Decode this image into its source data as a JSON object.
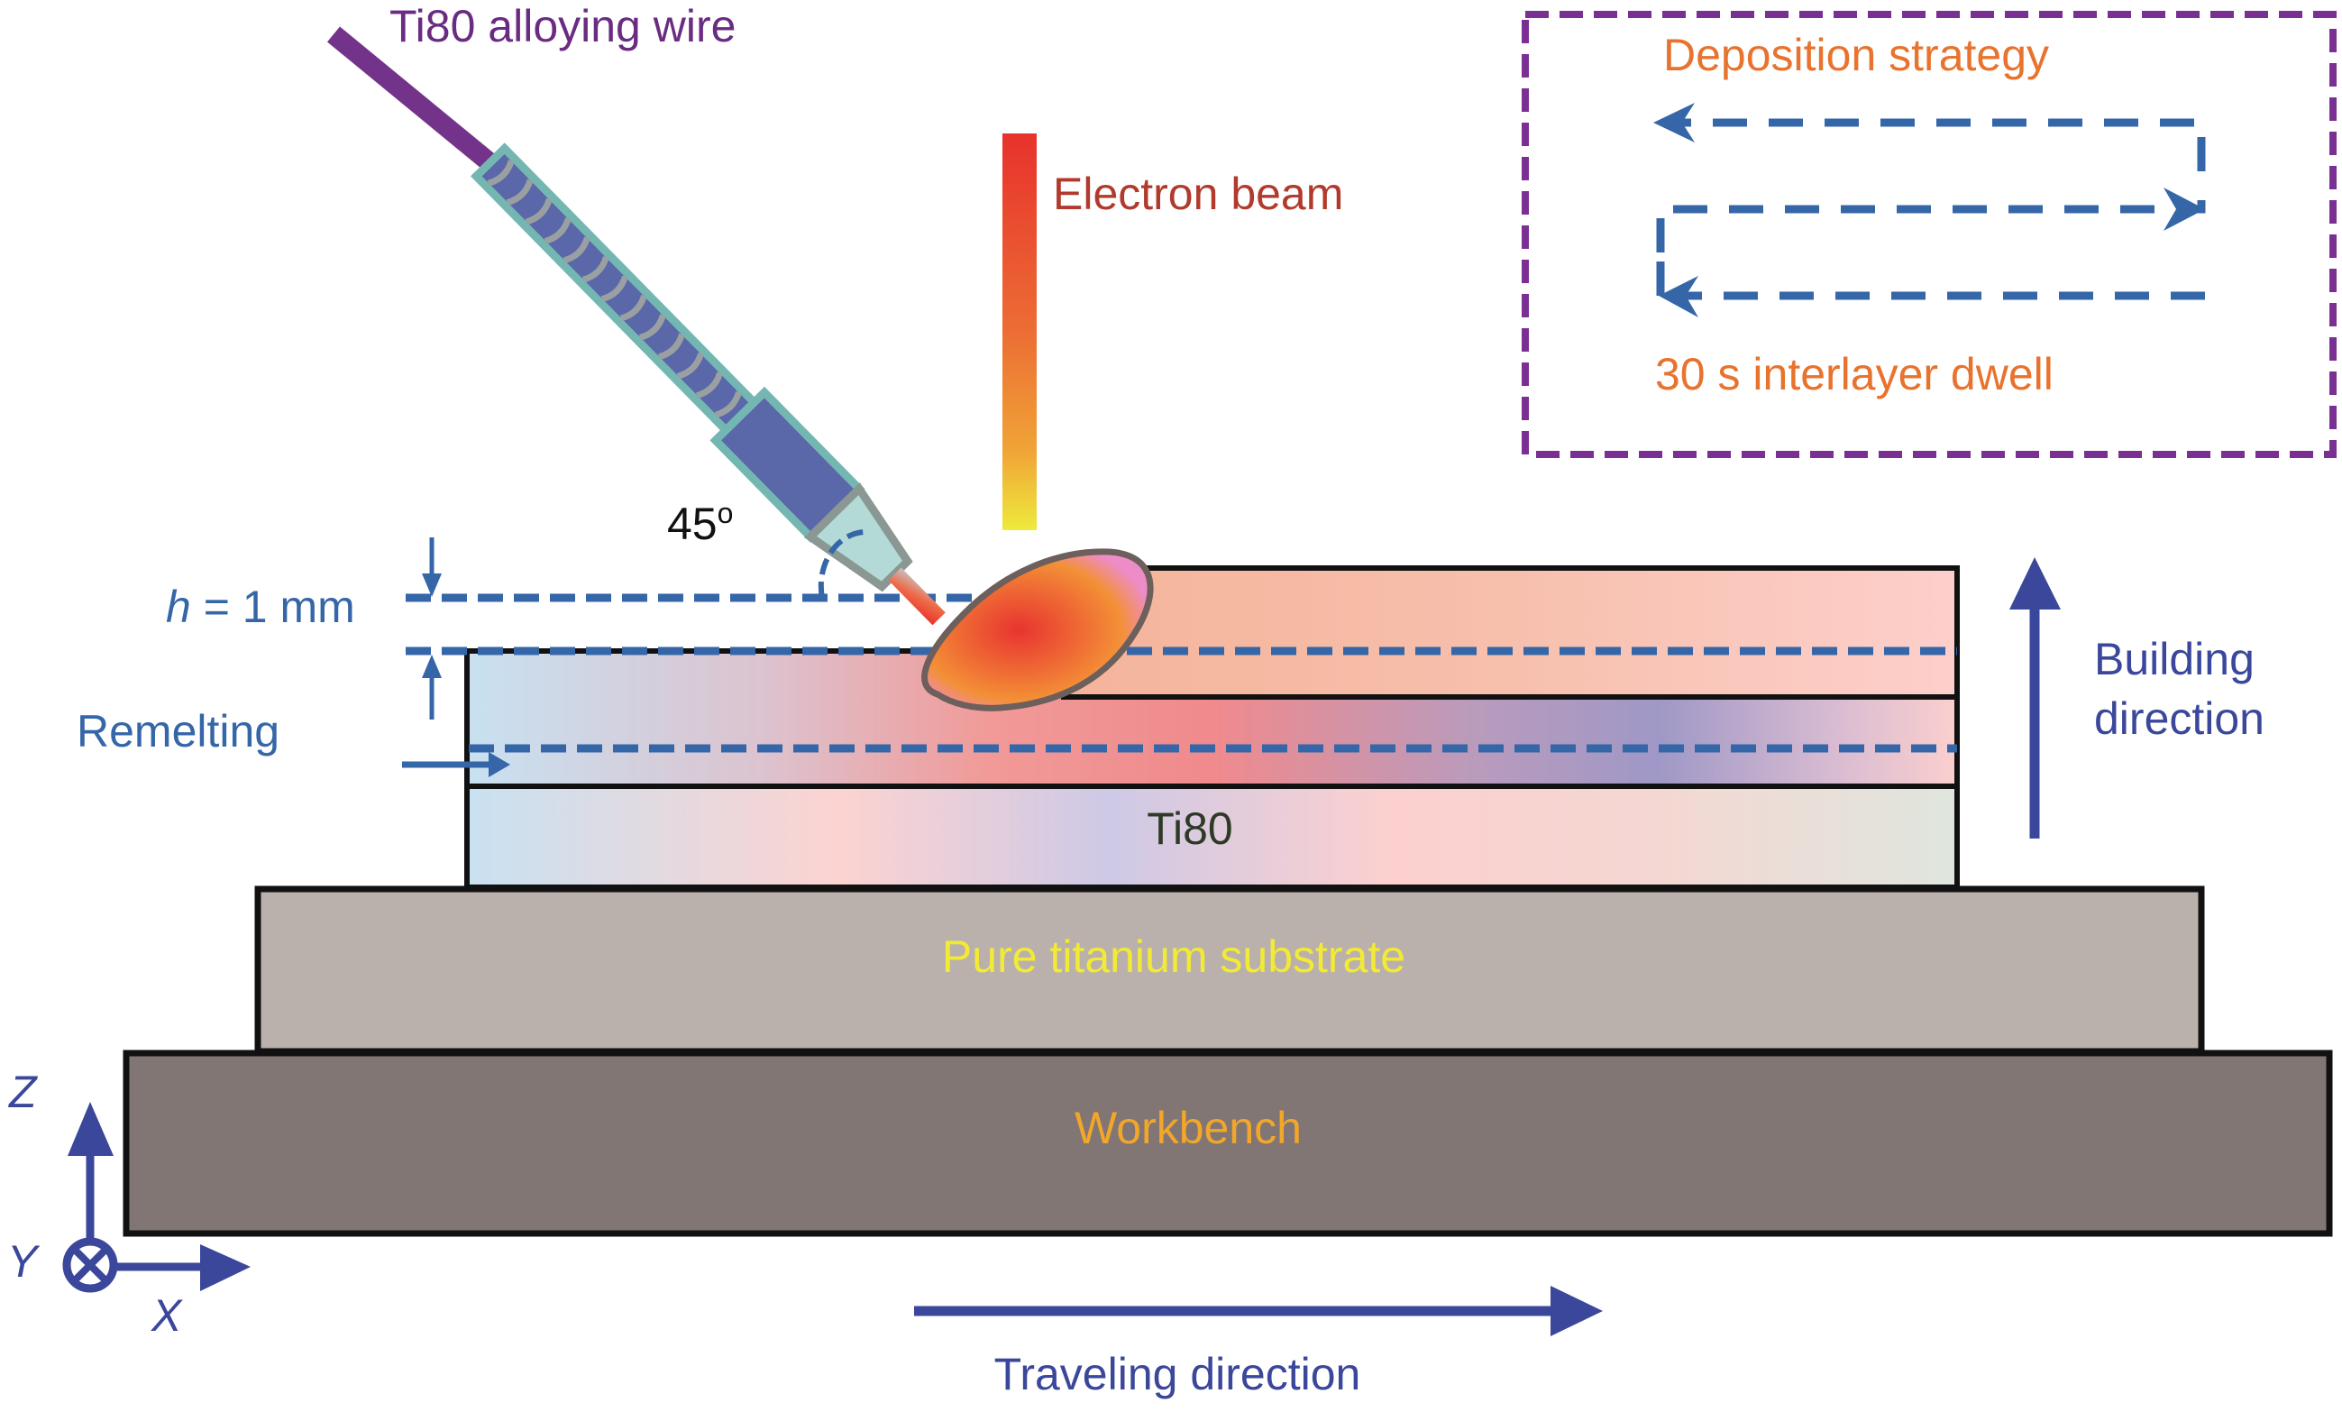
{
  "figure": {
    "title": "Electron beam wire-feed additive manufacturing schematic",
    "labels": {
      "wire": "Ti80 alloying wire",
      "electron_beam": "Electron beam",
      "angle": "45",
      "angle_unit": "o",
      "h_var": "h",
      "h_value": " = 1 mm",
      "remelting": "Remelting",
      "building_line1": "Building",
      "building_line2": "direction",
      "ti80_layer": "Ti80",
      "substrate": "Pure titanium substrate",
      "workbench": "Workbench",
      "traveling": "Traveling direction"
    },
    "inset": {
      "title": "Deposition strategy",
      "caption": "30 s interlayer dwell",
      "passes": [
        "right-to-left",
        "left-to-right",
        "right-to-left"
      ]
    },
    "axes": {
      "z": "Z",
      "y": "Y",
      "x": "X"
    },
    "colors": {
      "wire": "#74338a",
      "feeder_fill": "#5a67a8",
      "feeder_border": "#74b7b2",
      "coil": "#9aa0a2",
      "nozzle_fill": "#b3dad6",
      "nozzle_border": "#8a9793",
      "dash_blue": "#3566a8",
      "arrow_navy": "#3a479a",
      "inset_border": "#7a2f93",
      "inset_text": "#e8732e",
      "beam_label": "#b13a2d",
      "blue_label": "#3566a8",
      "substrate_fill": "#bab1ad",
      "substrate_text": "#f2ea34",
      "workbench_fill": "#817674",
      "workbench_text": "#f2a62a",
      "ti80_text": "#2d3a26"
    }
  }
}
